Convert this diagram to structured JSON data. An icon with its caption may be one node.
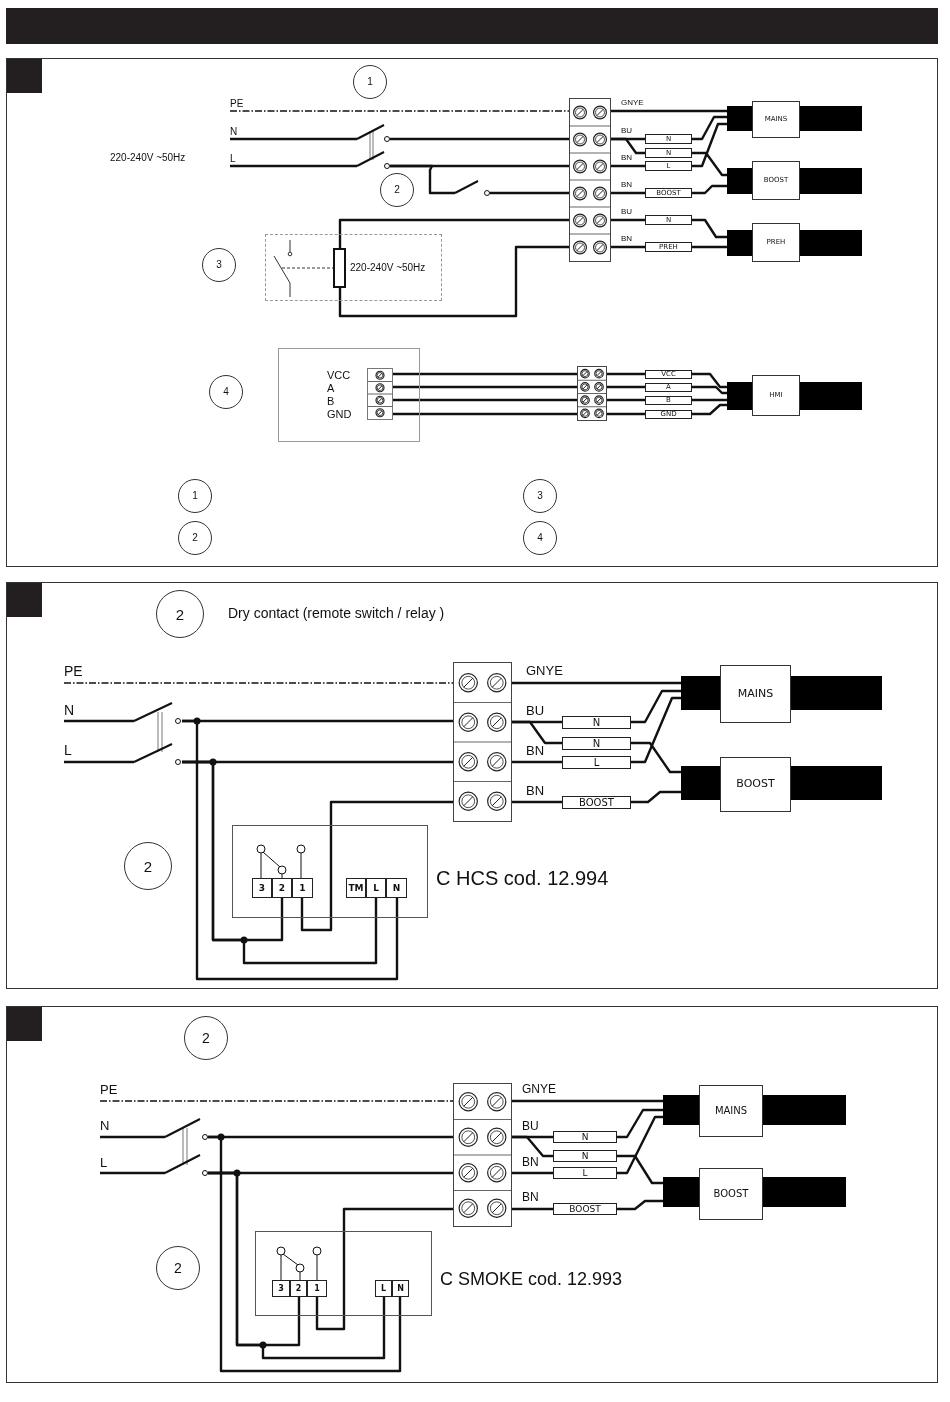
{
  "diagram": {
    "nodes": [
      {
        "text": [],
        "shape": "box"
      },
      {
        "text": [
          "1"
        ],
        "in": 0
      },
      {
        "text": [
          "2"
        ],
        "in": 0
      },
      {
        "text": [],
        "shape": "box",
        "in": 0
      },
      {
        "text": [
          "N"
        ],
        "in": 0
      },
      {
        "text": [
          "N"
        ],
        "in": 0
      },
      {
        "text": [
          "L"
        ],
        "in": 0
      },
      {
        "text": [
          "BOOST"
        ],
        "in": 0
      },
      {
        "text": [
          "N"
        ],
        "in": 0
      },
      {
        "text": [
          "PREH"
        ],
        "in": 0
      },
      {
        "text": [
          "MAINS"
        ],
        "in": 0
      },
      {
        "text": [
          "BOOST"
        ],
        "in": 0
      },
      {
        "text": [
          "PREH"
        ],
        "in": 0
      },
      {
        "text": [
          "3"
        ],
        "in": 0
      },
      {
        "text": [
          "220-240V ~50Hz"
        ],
        "in": 0
      },
      {
        "text": [],
        "shape": "box",
        "in": 14
      },
      {
        "text": [
          "4"
        ],
        "in": 0
      },
      {
        "text": [
          "VCC",
          "A",
          "B",
          "GND"
        ],
        "in": 0
      },
      {
        "text": [],
        "shape": "box",
        "in": 17
      },
      {
        "text": [],
        "shape": "box",
        "in": 0
      },
      {
        "text": [
          "VCC"
        ],
        "in": 0
      },
      {
        "text": [
          "A"
        ],
        "in": 0
      },
      {
        "text": [
          "B"
        ],
        "in": 0
      },
      {
        "text": [
          "GND"
        ],
        "in": 0
      },
      {
        "text": [
          "HMI"
        ],
        "in": 0
      },
      {
        "text": [
          "1"
        ],
        "in": 0
      },
      {
        "text": [
          "3"
        ],
        "in": 0
      },
      {
        "text": [
          "2"
        ],
        "in": 0
      },
      {
        "text": [
          "4"
        ],
        "in": 0
      },
      {
        "text": [],
        "shape": "box"
      },
      {
        "text": [
          "2"
        ],
        "beside": [
          "Dry contact (remote switch / relay )"
        ],
        "in": 29
      },
      {
        "text": [],
        "shape": "box",
        "in": 29
      },
      {
        "text": [
          "N"
        ],
        "in": 29
      },
      {
        "text": [
          "N"
        ],
        "in": 29
      },
      {
        "text": [
          "L"
        ],
        "in": 29
      },
      {
        "text": [
          "BOOST"
        ],
        "in": 29
      },
      {
        "text": [
          "MAINS"
        ],
        "in": 29
      },
      {
        "text": [
          "BOOST"
        ],
        "in": 29
      },
      {
        "text": [
          "2"
        ],
        "in": 29
      },
      {
        "text": [],
        "shape": "box",
        "beside": [
          "C HCS cod. 12.994"
        ],
        "in": 29
      },
      {
        "text": [
          "3"
        ],
        "in": 39
      },
      {
        "text": [
          "2"
        ],
        "in": 39
      },
      {
        "text": [
          "1"
        ],
        "in": 39
      },
      {
        "text": [
          "TM"
        ],
        "in": 39
      },
      {
        "text": [
          "L"
        ],
        "in": 39
      },
      {
        "text": [
          "N"
        ],
        "in": 39
      },
      {
        "text": [],
        "shape": "box"
      },
      {
        "text": [
          "2"
        ],
        "in": 46
      },
      {
        "text": [],
        "shape": "box",
        "in": 46
      },
      {
        "text": [
          "N"
        ],
        "in": 46
      },
      {
        "text": [
          "N"
        ],
        "in": 46
      },
      {
        "text": [
          "L"
        ],
        "in": 46
      },
      {
        "text": [
          "BOOST"
        ],
        "in": 46
      },
      {
        "text": [
          "MAINS"
        ],
        "in": 46
      },
      {
        "text": [
          "BOOST"
        ],
        "in": 46
      },
      {
        "text": [
          "2"
        ],
        "in": 46
      },
      {
        "text": [],
        "shape": "box",
        "beside": [
          "C SMOKE cod. 12.993"
        ],
        "in": 46
      },
      {
        "text": [
          "3"
        ],
        "in": 56
      },
      {
        "text": [
          "2"
        ],
        "in": 56
      },
      {
        "text": [
          "1"
        ],
        "in": 56
      },
      {
        "text": [
          "L"
        ],
        "in": 56
      },
      {
        "text": [
          "N"
        ],
        "in": 56
      },
      {
        "text": [
          "PE"
        ],
        "in": 0
      },
      {
        "text": [
          "N"
        ],
        "in": 0
      },
      {
        "text": [
          "L"
        ],
        "in": 0
      },
      {
        "text": [
          "PE"
        ],
        "in": 29
      },
      {
        "text": [
          "N"
        ],
        "in": 29
      },
      {
        "text": [
          "L"
        ],
        "in": 29
      },
      {
        "text": [
          "PE"
        ],
        "in": 46
      },
      {
        "text": [
          "N"
        ],
        "in": 46
      },
      {
        "text": [
          "L"
        ],
        "in": 46
      },
      {
        "text": [],
        "shape": "switch",
        "in": 0
      },
      {
        "text": [],
        "shape": "switch",
        "in": 0
      },
      {
        "text": [],
        "shape": "switch",
        "in": 29
      },
      {
        "text": [],
        "shape": "switch",
        "in": 46
      }
    ],
    "edges": [
      {
        "from": 62,
        "to": 3,
        "arrow": "none",
        "style": "dashed"
      },
      {
        "from": 63,
        "to": 71,
        "arrow": "none"
      },
      {
        "from": 64,
        "to": 71,
        "arrow": "none"
      },
      {
        "from": 71,
        "to": 72,
        "arrow": "none"
      },
      {
        "from": 15,
        "to": 3,
        "arrow": "none"
      },
      {
        "from": 15,
        "to": 3,
        "arrow": "none"
      },
      {
        "from": 3,
        "to": 10,
        "arrow": "none",
        "label": "GNYE"
      },
      {
        "from": 3,
        "to": 4,
        "arrow": "none",
        "label": "BU"
      },
      {
        "from": 3,
        "to": 5,
        "arrow": "none"
      },
      {
        "from": 3,
        "to": 6,
        "arrow": "none",
        "label": "BN"
      },
      {
        "from": 3,
        "to": 7,
        "arrow": "none",
        "label": "BN"
      },
      {
        "from": 3,
        "to": 8,
        "arrow": "none",
        "label": "BU"
      },
      {
        "from": 3,
        "to": 9,
        "arrow": "none",
        "label": "BN"
      },
      {
        "from": 4,
        "to": 10,
        "arrow": "none"
      },
      {
        "from": 5,
        "to": 11,
        "arrow": "none"
      },
      {
        "from": 6,
        "to": 10,
        "arrow": "none"
      },
      {
        "from": 7,
        "to": 11,
        "arrow": "none"
      },
      {
        "from": 8,
        "to": 12,
        "arrow": "none"
      },
      {
        "from": 9,
        "to": 12,
        "arrow": "none"
      },
      {
        "from": 18,
        "to": 19,
        "arrow": "none"
      },
      {
        "from": 18,
        "to": 19,
        "arrow": "none"
      },
      {
        "from": 18,
        "to": 19,
        "arrow": "none"
      },
      {
        "from": 18,
        "to": 19,
        "arrow": "none"
      },
      {
        "from": 19,
        "to": 20,
        "arrow": "none"
      },
      {
        "from": 19,
        "to": 21,
        "arrow": "none"
      },
      {
        "from": 19,
        "to": 22,
        "arrow": "none"
      },
      {
        "from": 19,
        "to": 23,
        "arrow": "none"
      },
      {
        "from": 20,
        "to": 24,
        "arrow": "none"
      },
      {
        "from": 21,
        "to": 24,
        "arrow": "none"
      },
      {
        "from": 22,
        "to": 24,
        "arrow": "none"
      },
      {
        "from": 23,
        "to": 24,
        "arrow": "none"
      },
      {
        "from": 65,
        "to": 31,
        "arrow": "none",
        "style": "dashed"
      },
      {
        "from": 66,
        "to": 73,
        "arrow": "none"
      },
      {
        "from": 67,
        "to": 73,
        "arrow": "none"
      },
      {
        "from": 31,
        "to": 36,
        "arrow": "none",
        "label": "GNYE"
      },
      {
        "from": 31,
        "to": 32,
        "arrow": "none",
        "label": "BU"
      },
      {
        "from": 31,
        "to": 33,
        "arrow": "none"
      },
      {
        "from": 31,
        "to": 34,
        "arrow": "none",
        "label": "BN"
      },
      {
        "from": 31,
        "to": 35,
        "arrow": "none",
        "label": "BN"
      },
      {
        "from": 32,
        "to": 36,
        "arrow": "none"
      },
      {
        "from": 33,
        "to": 37,
        "arrow": "none"
      },
      {
        "from": 34,
        "to": 36,
        "arrow": "none"
      },
      {
        "from": 35,
        "to": 37,
        "arrow": "none"
      },
      {
        "from": 42,
        "to": 31,
        "arrow": "none"
      },
      {
        "from": 73,
        "to": 41,
        "arrow": "none"
      },
      {
        "from": 73,
        "to": 44,
        "arrow": "none"
      },
      {
        "from": 73,
        "to": 45,
        "arrow": "none"
      },
      {
        "from": 68,
        "to": 48,
        "arrow": "none",
        "style": "dashed"
      },
      {
        "from": 69,
        "to": 74,
        "arrow": "none"
      },
      {
        "from": 70,
        "to": 74,
        "arrow": "none"
      },
      {
        "from": 48,
        "to": 53,
        "arrow": "none",
        "label": "GNYE"
      },
      {
        "from": 48,
        "to": 49,
        "arrow": "none",
        "label": "BU"
      },
      {
        "from": 48,
        "to": 50,
        "arrow": "none"
      },
      {
        "from": 48,
        "to": 51,
        "arrow": "none",
        "label": "BN"
      },
      {
        "from": 48,
        "to": 52,
        "arrow": "none",
        "label": "BN"
      },
      {
        "from": 49,
        "to": 53,
        "arrow": "none"
      },
      {
        "from": 50,
        "to": 54,
        "arrow": "none"
      },
      {
        "from": 51,
        "to": 53,
        "arrow": "none"
      },
      {
        "from": 52,
        "to": 54,
        "arrow": "none"
      },
      {
        "from": 59,
        "to": 48,
        "arrow": "none"
      },
      {
        "from": 74,
        "to": 58,
        "arrow": "none"
      },
      {
        "from": 74,
        "to": 60,
        "arrow": "none"
      },
      {
        "from": 74,
        "to": 61,
        "arrow": "none"
      },
      {
        "from": 71,
        "to": 3,
        "arrow": "none"
      },
      {
        "from": 71,
        "to": 3,
        "arrow": "none"
      },
      {
        "from": 72,
        "to": 3,
        "arrow": "none"
      },
      {
        "from": 73,
        "to": 31,
        "arrow": "none"
      },
      {
        "from": 73,
        "to": 31,
        "arrow": "none"
      },
      {
        "from": 74,
        "to": 48,
        "arrow": "none"
      },
      {
        "from": 74,
        "to": 48,
        "arrow": "none"
      }
    ],
    "labels": [
      "220-240V ~50Hz"
    ]
  }
}
